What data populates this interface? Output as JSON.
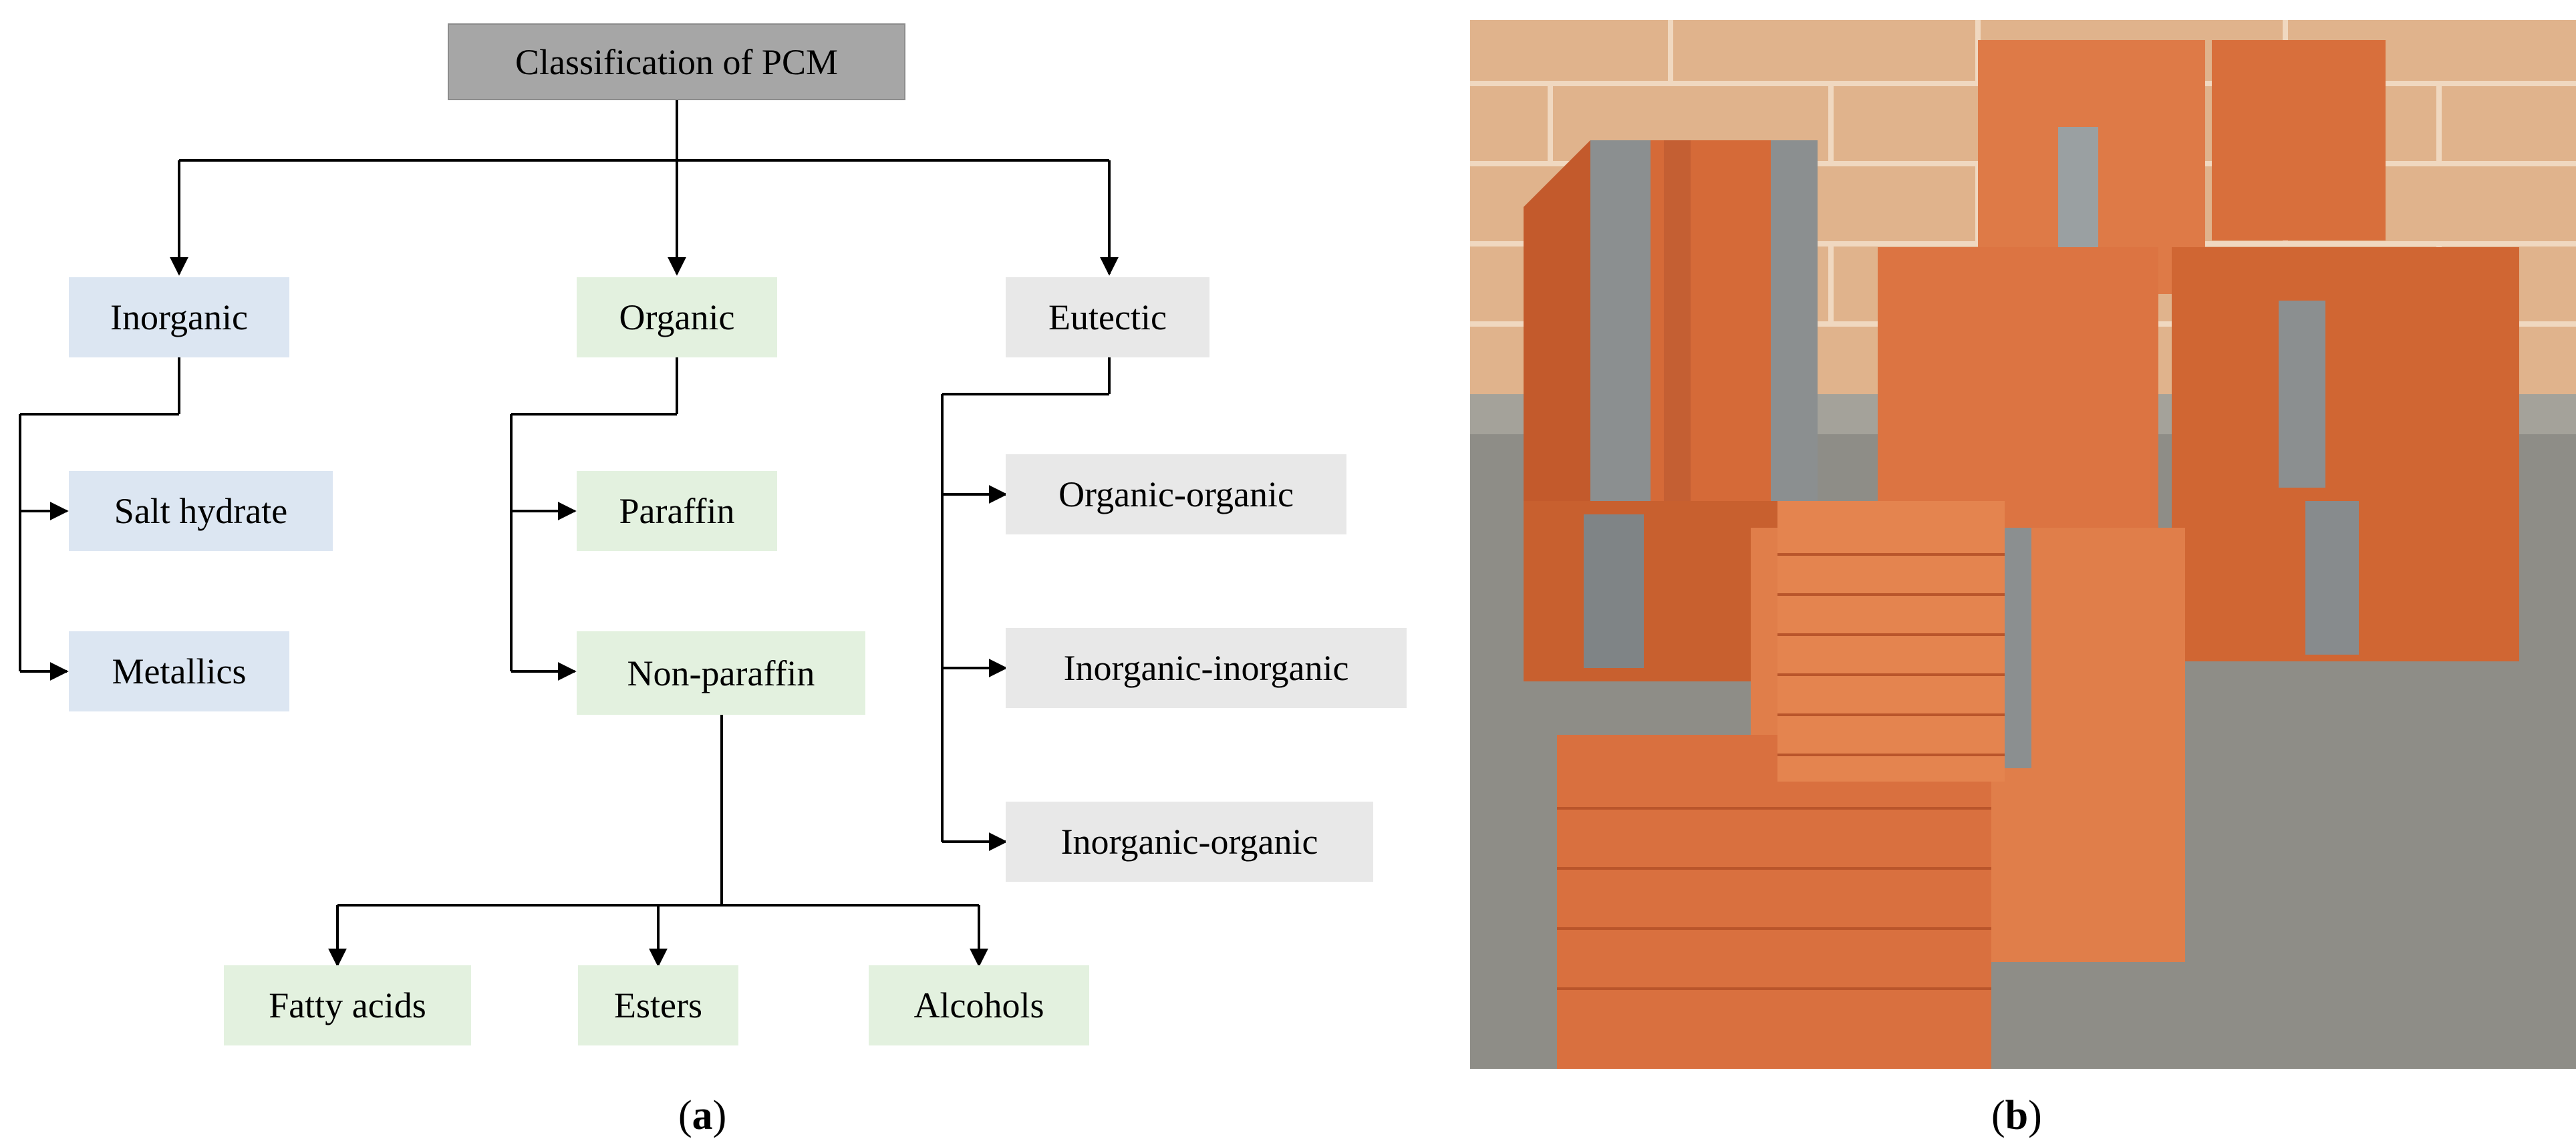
{
  "panel_a": {
    "root": "Classification of PCM",
    "categories": {
      "inorganic": "Inorganic",
      "organic": "Organic",
      "eutectic": "Eutectic"
    },
    "inorganic_items": [
      "Salt hydrate",
      "Metallics"
    ],
    "organic_items": [
      "Paraffin",
      "Non-paraffin"
    ],
    "non_paraffin_items": [
      "Fatty acids",
      "Esters",
      "Alcohols"
    ],
    "eutectic_items": [
      "Organic-organic",
      "Inorganic-inorganic",
      "Inorganic-organic"
    ],
    "caption": {
      "open": "(",
      "letter": "a",
      "close": ")"
    }
  },
  "panel_b": {
    "caption": {
      "open": "(",
      "letter": "b",
      "close": ")"
    }
  },
  "colors": {
    "inorganic": "#dce6f2",
    "organic": "#e3f1df",
    "eutectic": "#e8e8e8",
    "root": "#a6a6a6",
    "brick": "#d9703f",
    "brick_dark": "#b9552b",
    "pcm_metal": "#8a8f91",
    "wall": "#e2b48c",
    "floor": "#8f8f8a"
  }
}
